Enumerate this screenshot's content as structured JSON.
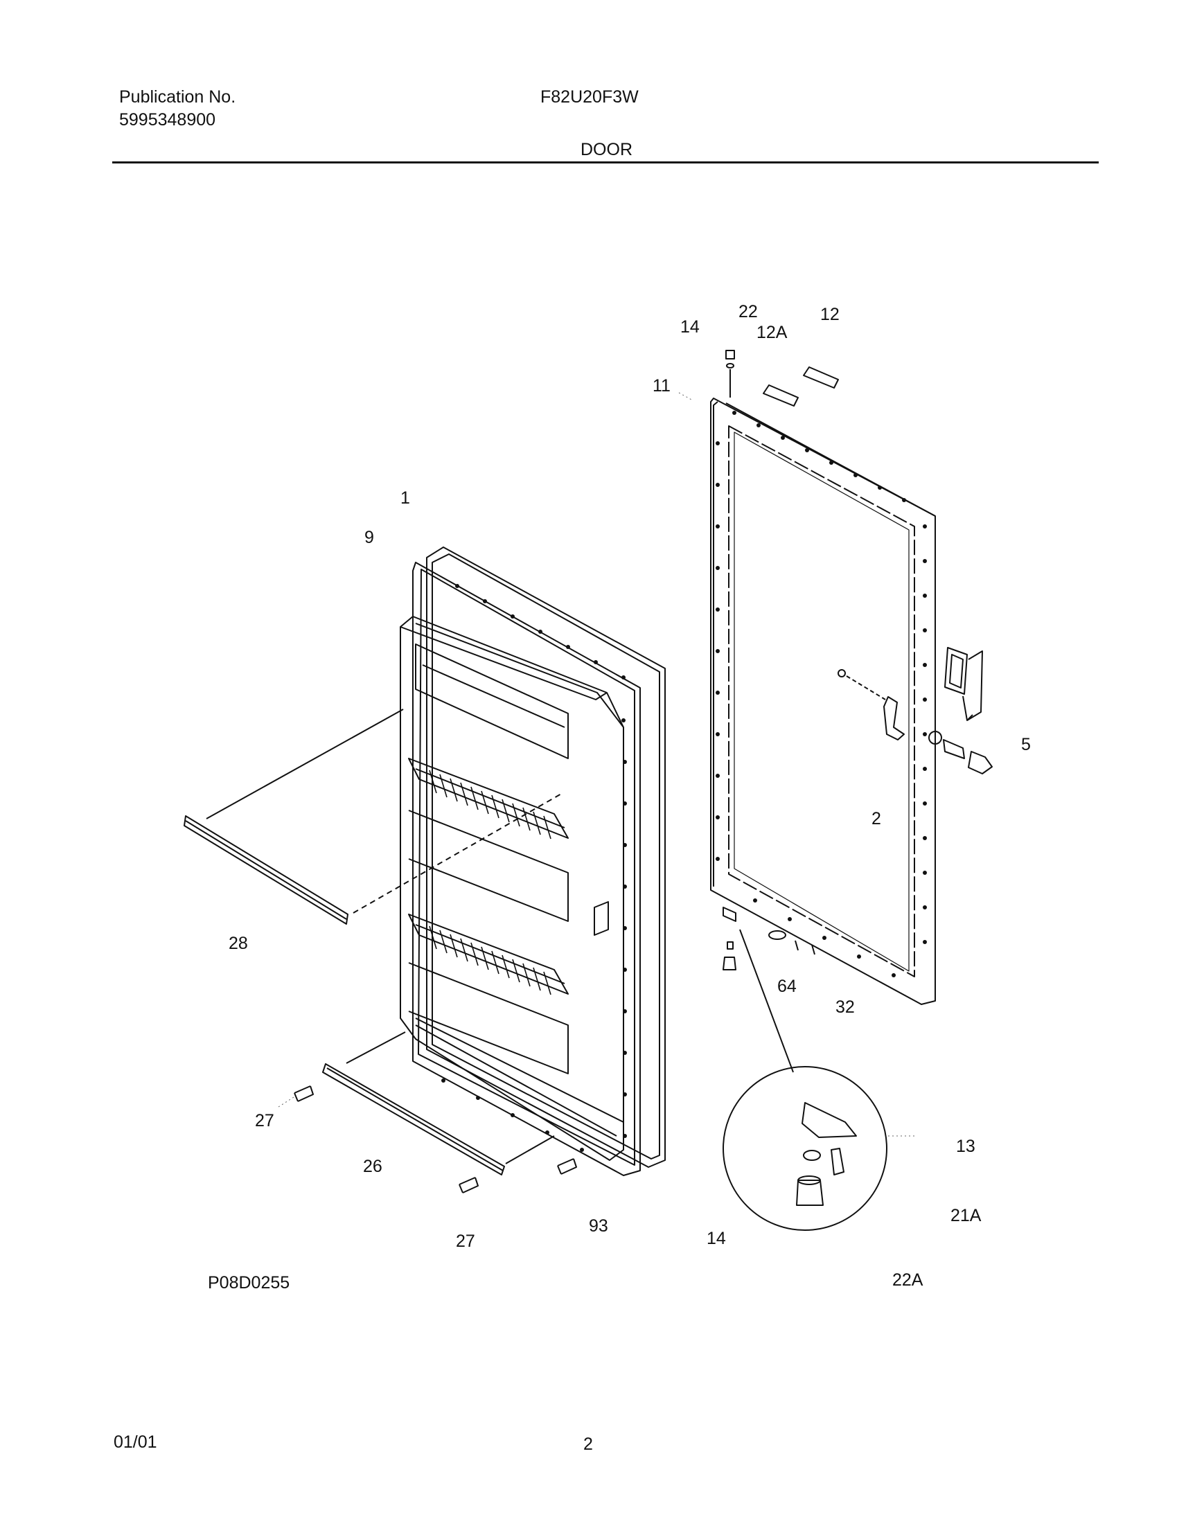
{
  "header": {
    "publication_label": "Publication No.",
    "publication_number": "5995348900",
    "model": "F82U20F3W",
    "section": "DOOR"
  },
  "diagram": {
    "callouts": {
      "c1": "1",
      "c9": "9",
      "c14_top": "14",
      "c22": "22",
      "c12A": "12A",
      "c12": "12",
      "c11": "11",
      "c5": "5",
      "c2": "2",
      "c28": "28",
      "c64": "64",
      "c32": "32",
      "c27_left": "27",
      "c26": "26",
      "c27_bottom": "27",
      "c93": "93",
      "c14_bottom": "14",
      "c13": "13",
      "c21A": "21A",
      "c22A": "22A"
    },
    "drawing_id": "P08D0255"
  },
  "footer": {
    "date": "01/01",
    "page": "2"
  }
}
